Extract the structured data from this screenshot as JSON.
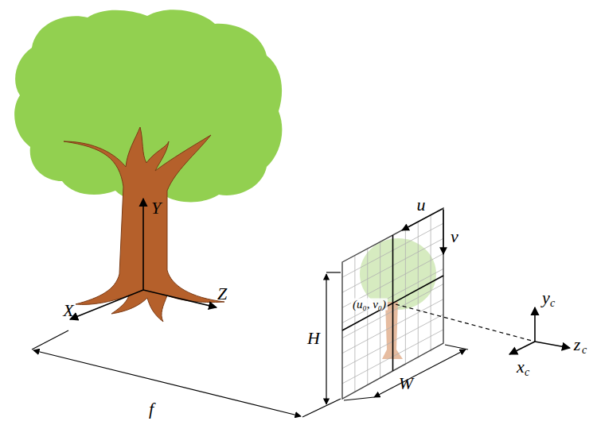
{
  "diagram": {
    "labels": [
      "Y",
      "Z",
      "X",
      "u",
      "v",
      "(u₀, v₀)",
      "H",
      "W",
      "f",
      "y",
      "c",
      "z",
      "c",
      "x",
      "c"
    ]
  }
}
